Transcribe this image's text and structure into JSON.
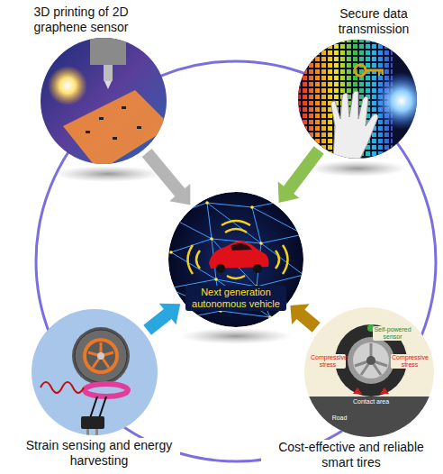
{
  "diagram": {
    "nodes": [
      {
        "text": [
          "3D printing of 2D graphene sensor"
        ]
      },
      {
        "text": [
          "Secure data transmission"
        ]
      },
      {
        "text": [
          "Next generation autonomous vehicle"
        ]
      },
      {
        "text": [
          "Strain sensing and energy harvesting"
        ]
      },
      {
        "text": [
          "Cost-effective and reliable smart tires"
        ]
      }
    ],
    "edges": [
      {
        "from": 0,
        "to": 2,
        "arrow": "to"
      },
      {
        "from": 1,
        "to": 2,
        "arrow": "to"
      },
      {
        "from": 3,
        "to": 2,
        "arrow": "to"
      },
      {
        "from": 4,
        "to": 2,
        "arrow": "to"
      }
    ],
    "labels": [
      "Self-powered sensor",
      "Compressive stress",
      "Compressive stress",
      "Contact area",
      "Road"
    ]
  }
}
